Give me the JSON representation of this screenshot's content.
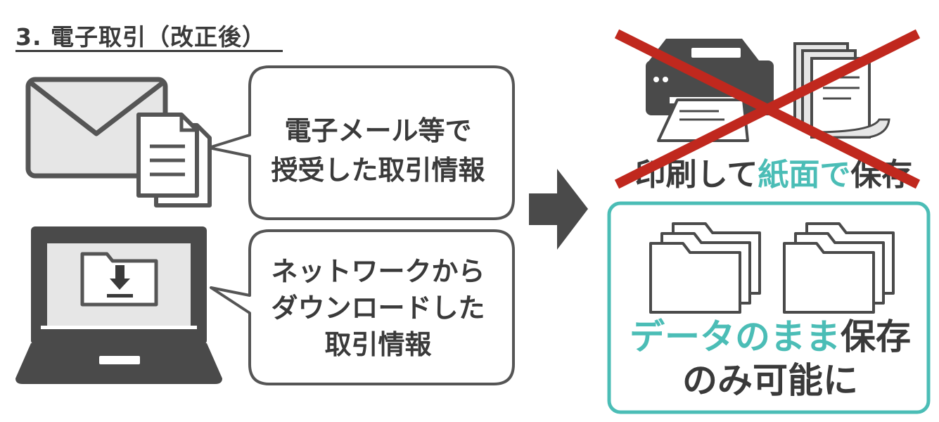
{
  "title": "3. 電子取引（改正後）",
  "bubble_email": {
    "line1": "電子メール等で",
    "line2": "授受した取引情報"
  },
  "bubble_download": {
    "line1": "ネットワークから",
    "line2": "ダウンロードした",
    "line3": "取引情報"
  },
  "print": {
    "part1": "印刷して",
    "highlight": "紙面で",
    "part2": "保存"
  },
  "data_save": {
    "highlight": "データのまま",
    "part1": "保存",
    "line2": "のみ可能に"
  },
  "colors": {
    "accent_teal": "#4bbdb6",
    "cross_red": "#c0281e",
    "dark": "#3a3a3a",
    "light_gray": "#e6e6e6"
  },
  "icons": [
    "envelope-icon",
    "document-icon",
    "laptop-icon",
    "download-folder-icon",
    "arrow-right-icon",
    "printer-icon",
    "paper-stack-icon",
    "folder-stack-icon"
  ]
}
